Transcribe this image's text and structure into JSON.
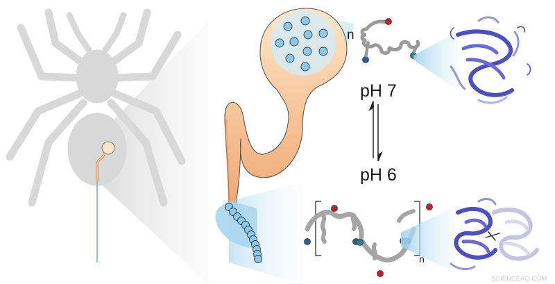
{
  "labels": {
    "ph7": "pH 7",
    "ph6": "pH 6",
    "n_top": "n",
    "n_bottom": "n"
  },
  "watermark": "SCIENCEAQ.COM",
  "icons": {
    "spider": "spider-silhouette",
    "gland": "silk-gland",
    "equilibrium": "equilibrium-arrows",
    "protein_top": "protein-ribbon-monomer",
    "protein_bottom": "protein-ribbon-dimer"
  },
  "colors": {
    "spider": "#d9d9d9",
    "sac": "#fbe7c4",
    "duct": "#f3b27c",
    "droplet": "#8ec8e6",
    "ribbon": "#4e4fbf",
    "red_terminal": "#b8252b",
    "blue_terminal": "#2e5e8f",
    "silk": "#7cc4e8"
  }
}
